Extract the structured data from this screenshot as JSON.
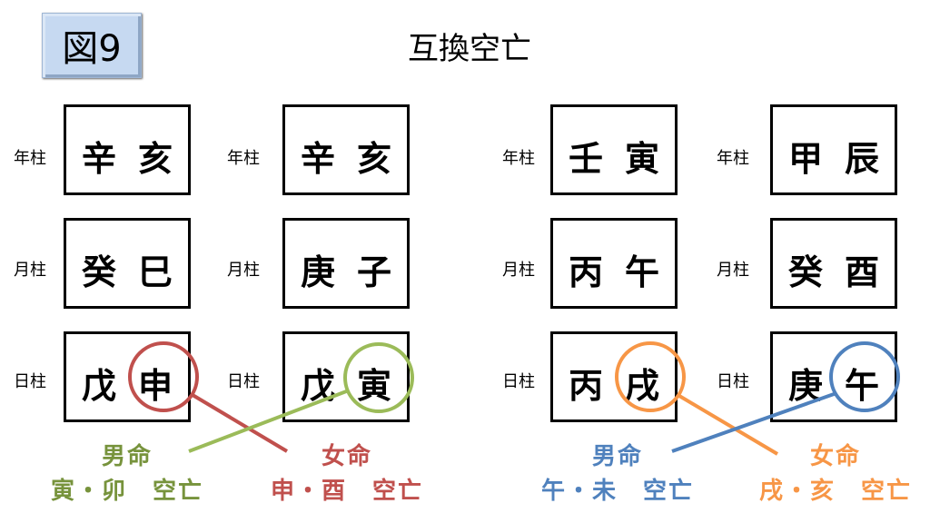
{
  "badge": "図9",
  "title": "互換空亡",
  "pillar_labels": {
    "year": "年柱",
    "month": "月柱",
    "day": "日柱"
  },
  "charts": [
    {
      "year": [
        "辛",
        "亥"
      ],
      "month": [
        "癸",
        "巳"
      ],
      "day": [
        "戊",
        "申"
      ],
      "circle_color": "#c0504d"
    },
    {
      "year": [
        "辛",
        "亥"
      ],
      "month": [
        "庚",
        "子"
      ],
      "day": [
        "戊",
        "寅"
      ],
      "circle_color": "#9bbb59"
    },
    {
      "year": [
        "壬",
        "寅"
      ],
      "month": [
        "丙",
        "午"
      ],
      "day": [
        "丙",
        "戌"
      ],
      "circle_color": "#f79646"
    },
    {
      "year": [
        "甲",
        "辰"
      ],
      "month": [
        "癸",
        "酉"
      ],
      "day": [
        "庚",
        "午"
      ],
      "circle_color": "#4f81bd"
    }
  ],
  "annotations": [
    {
      "line1": "男命",
      "line2": "寅・卯　空亡",
      "color": "#77933c"
    },
    {
      "line1": "女命",
      "line2": "申・酉　空亡",
      "color": "#c0504d"
    },
    {
      "line1": "男命",
      "line2": "午・未　空亡",
      "color": "#4f81bd"
    },
    {
      "line1": "女命",
      "line2": "戌・亥　空亡",
      "color": "#f79646"
    }
  ]
}
